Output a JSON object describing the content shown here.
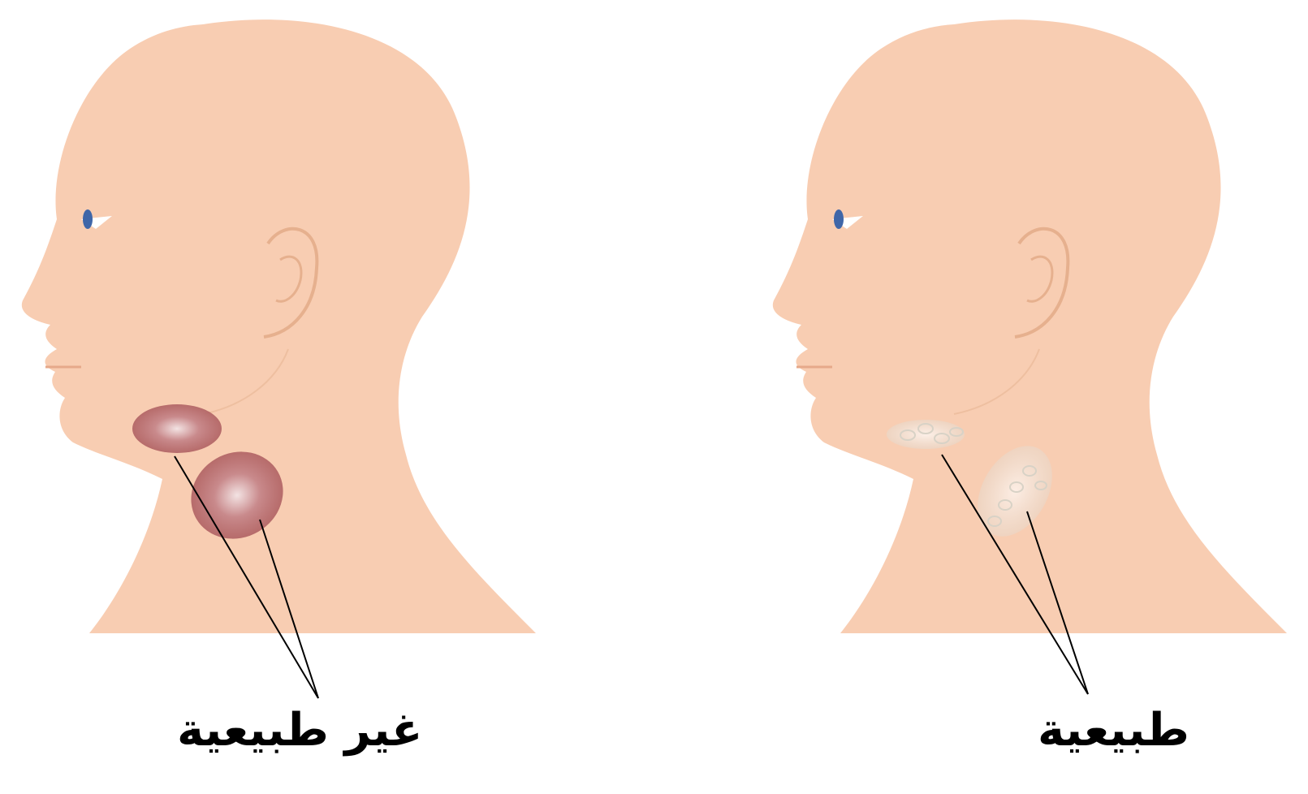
{
  "panels": {
    "left": {
      "label": "غير طبيعية",
      "condition": "swollen-lymph-nodes",
      "node_color": "#b76a6e"
    },
    "right": {
      "label": "طبيعية",
      "condition": "normal-lymph-nodes",
      "node_color": "#e6e1d6"
    }
  },
  "colors": {
    "skin": "#f8cdb2",
    "skin_line": "#e6b08e",
    "eye": "#3f66a8",
    "leader_line": "#000000"
  }
}
